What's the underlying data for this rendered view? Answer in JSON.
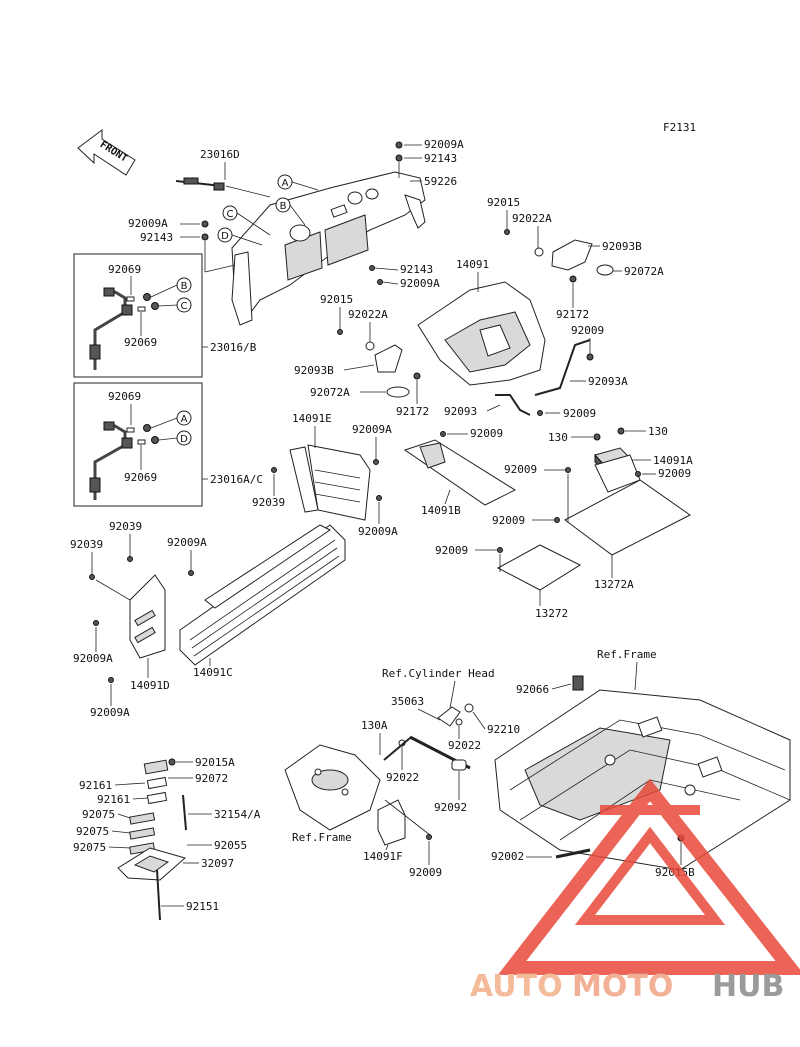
{
  "figure_code": "F2131",
  "front_label": "FRONT",
  "callout_letters": [
    "A",
    "B",
    "C",
    "D"
  ],
  "part_labels": {
    "p23016D": "23016D",
    "p92009A_1": "92009A",
    "p92143_1": "92143",
    "p59226": "59226",
    "p92009A_2": "92009A",
    "p92143_2": "92143",
    "p92015_1": "92015",
    "p92022A_1": "92022A",
    "p92093B_1": "92093B",
    "p92072A_1": "92072A",
    "p92172_1": "92172",
    "p14091": "14091",
    "p92143_3": "92143",
    "p92009A_3": "92009A",
    "p92069_1": "92069",
    "p92069_2": "92069",
    "p23016B": "23016/B",
    "p92015_2": "92015",
    "p92022A_2": "92022A",
    "p92009_1": "92009",
    "p92093B_2": "92093B",
    "p92072A_2": "92072A",
    "p92093A": "92093A",
    "p92172_2": "92172",
    "p92093": "92093",
    "p92009_2": "92009",
    "p92069_3": "92069",
    "p92069_4": "92069",
    "p23016AC": "23016A/C",
    "p14091E": "14091E",
    "p92009A_4": "92009A",
    "p92039_1": "92039",
    "p92009A_5": "92009A",
    "p92009_3": "92009",
    "p130_1": "130",
    "p130_2": "130",
    "p14091B": "14091B",
    "p92009_4": "92009",
    "p14091A": "14091A",
    "p92009_5": "92009",
    "p92009_6": "92009",
    "p92009_7": "92009",
    "p13272A": "13272A",
    "p13272": "13272",
    "p92039_2": "92039",
    "p92039_3": "92039",
    "p92009A_6": "92009A",
    "p92009A_7": "92009A",
    "p14091C": "14091C",
    "p14091D": "14091D",
    "p92009A_8": "92009A",
    "refCylHead": "Ref.Cylinder Head",
    "refFrame1": "Ref.Frame",
    "p92066": "92066",
    "p35063": "35063",
    "p92210": "92210",
    "p130A": "130A",
    "p92022_1": "92022",
    "p92022_2": "92022",
    "p92092": "92092",
    "refFrame2": "Ref.Frame",
    "p14091F": "14091F",
    "p92009_8": "92009",
    "p92002": "92002",
    "p92015B": "92015B",
    "p92015A": "92015A",
    "p92161_1": "92161",
    "p92072": "92072",
    "p92161_2": "92161",
    "p32154A": "32154/A",
    "p92075_1": "92075",
    "p92075_2": "92075",
    "p92055": "92055",
    "p92075_3": "92075",
    "p32097": "32097",
    "p92151": "92151"
  },
  "watermark": {
    "auto": "AUTO",
    "moto": "MOTO",
    "hub": "HUB",
    "colors": {
      "auto": "#f2b088",
      "hub": "#8a8a8a",
      "triangle": "#e84a3a"
    }
  }
}
